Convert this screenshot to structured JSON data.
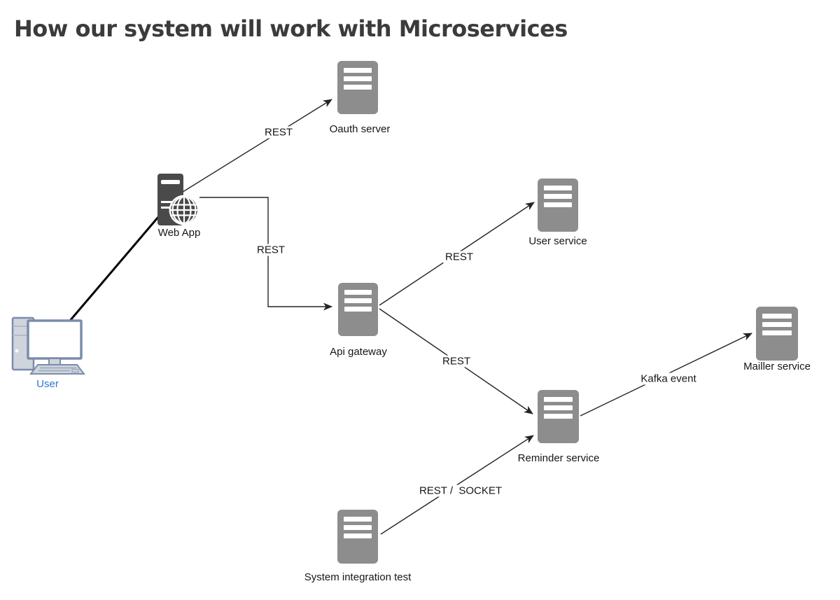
{
  "title": "How our system will work with Microservices",
  "diagram": {
    "nodes": [
      {
        "id": "user",
        "label": "User",
        "type": "desktop-computer"
      },
      {
        "id": "web-app",
        "label": "Web App",
        "type": "tower-server-globe"
      },
      {
        "id": "oauth-server",
        "label": "Oauth server",
        "type": "server"
      },
      {
        "id": "api-gateway",
        "label": "Api gateway",
        "type": "server"
      },
      {
        "id": "user-service",
        "label": "User service",
        "type": "server"
      },
      {
        "id": "reminder-service",
        "label": "Reminder service",
        "type": "server"
      },
      {
        "id": "mailler-service",
        "label": "Mailler service",
        "type": "server"
      },
      {
        "id": "system-integration-test",
        "label": "System integration test",
        "type": "server"
      }
    ],
    "edges": [
      {
        "from": "user",
        "to": "web-app",
        "label": ""
      },
      {
        "from": "web-app",
        "to": "oauth-server",
        "label": "REST"
      },
      {
        "from": "web-app",
        "to": "api-gateway",
        "label": "REST"
      },
      {
        "from": "api-gateway",
        "to": "user-service",
        "label": "REST"
      },
      {
        "from": "api-gateway",
        "to": "reminder-service",
        "label": "REST"
      },
      {
        "from": "reminder-service",
        "to": "mailler-service",
        "label": "Kafka event"
      },
      {
        "from": "system-integration-test",
        "to": "reminder-service",
        "label": "REST /  SOCKET"
      }
    ],
    "colors": {
      "title": "#3b3b3b",
      "server_fill": "#8d8d8d",
      "server_bars": "#ffffff",
      "tower_fill": "#4a4a4a",
      "edge_line": "#242424",
      "user_edge_line": "#000000",
      "user_label": "#2a76d2",
      "computer_outline": "#7b8cab",
      "computer_fill": "#cfd4dd"
    }
  }
}
